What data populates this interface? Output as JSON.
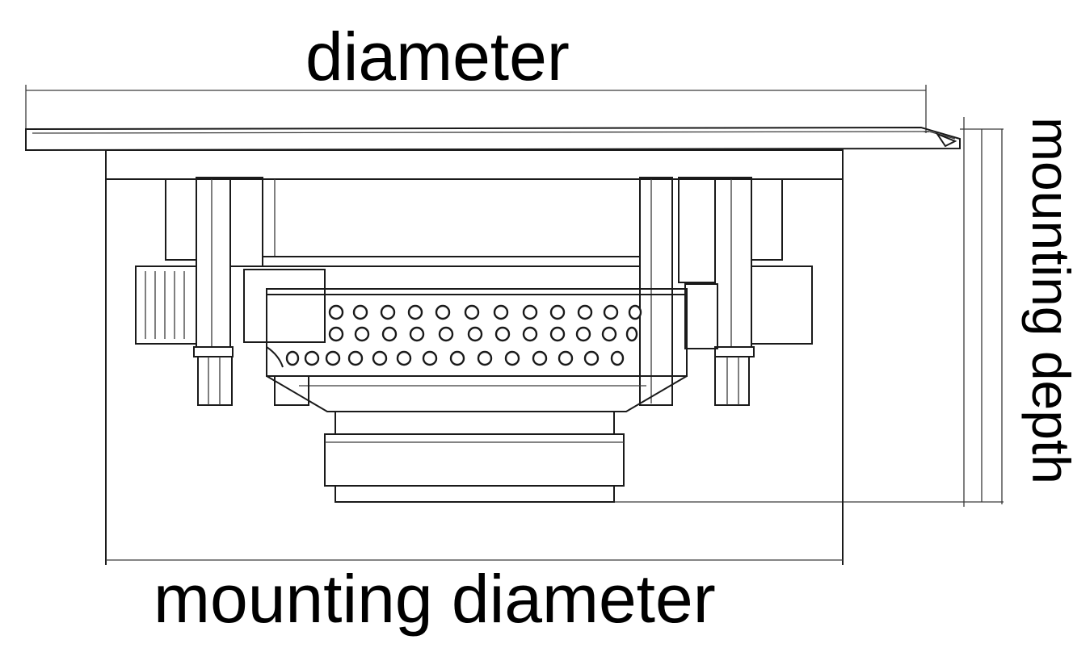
{
  "labels": {
    "diameter": "diameter",
    "mounting_diameter": "mounting diameter",
    "mounting_depth": "mounting depth"
  },
  "colors": {
    "line": "#1a1a1a",
    "background": "#ffffff"
  }
}
